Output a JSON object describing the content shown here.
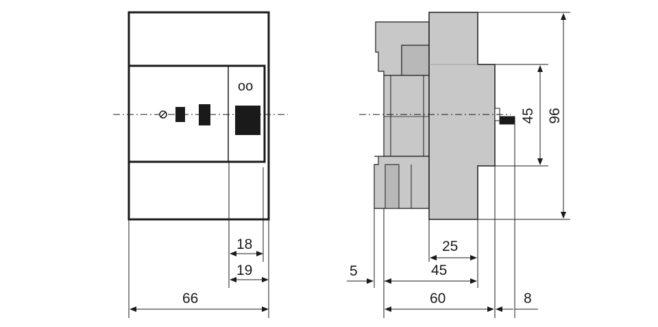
{
  "front_view": {
    "dimensions": {
      "overall_width": "66",
      "module_width_inner": "18",
      "module_width_outer": "19"
    },
    "indicator_text": "oo"
  },
  "side_view": {
    "dimensions": {
      "total_height": "96",
      "front_face_height": "45",
      "front_depth": "25",
      "body_depth": "45",
      "clip_offset": "5",
      "total_depth": "60",
      "lever_depth": "8"
    }
  },
  "colors": {
    "line": "#1a1a1a",
    "body_fill": "#c8c8c8",
    "face_fill": "#ffffff"
  }
}
